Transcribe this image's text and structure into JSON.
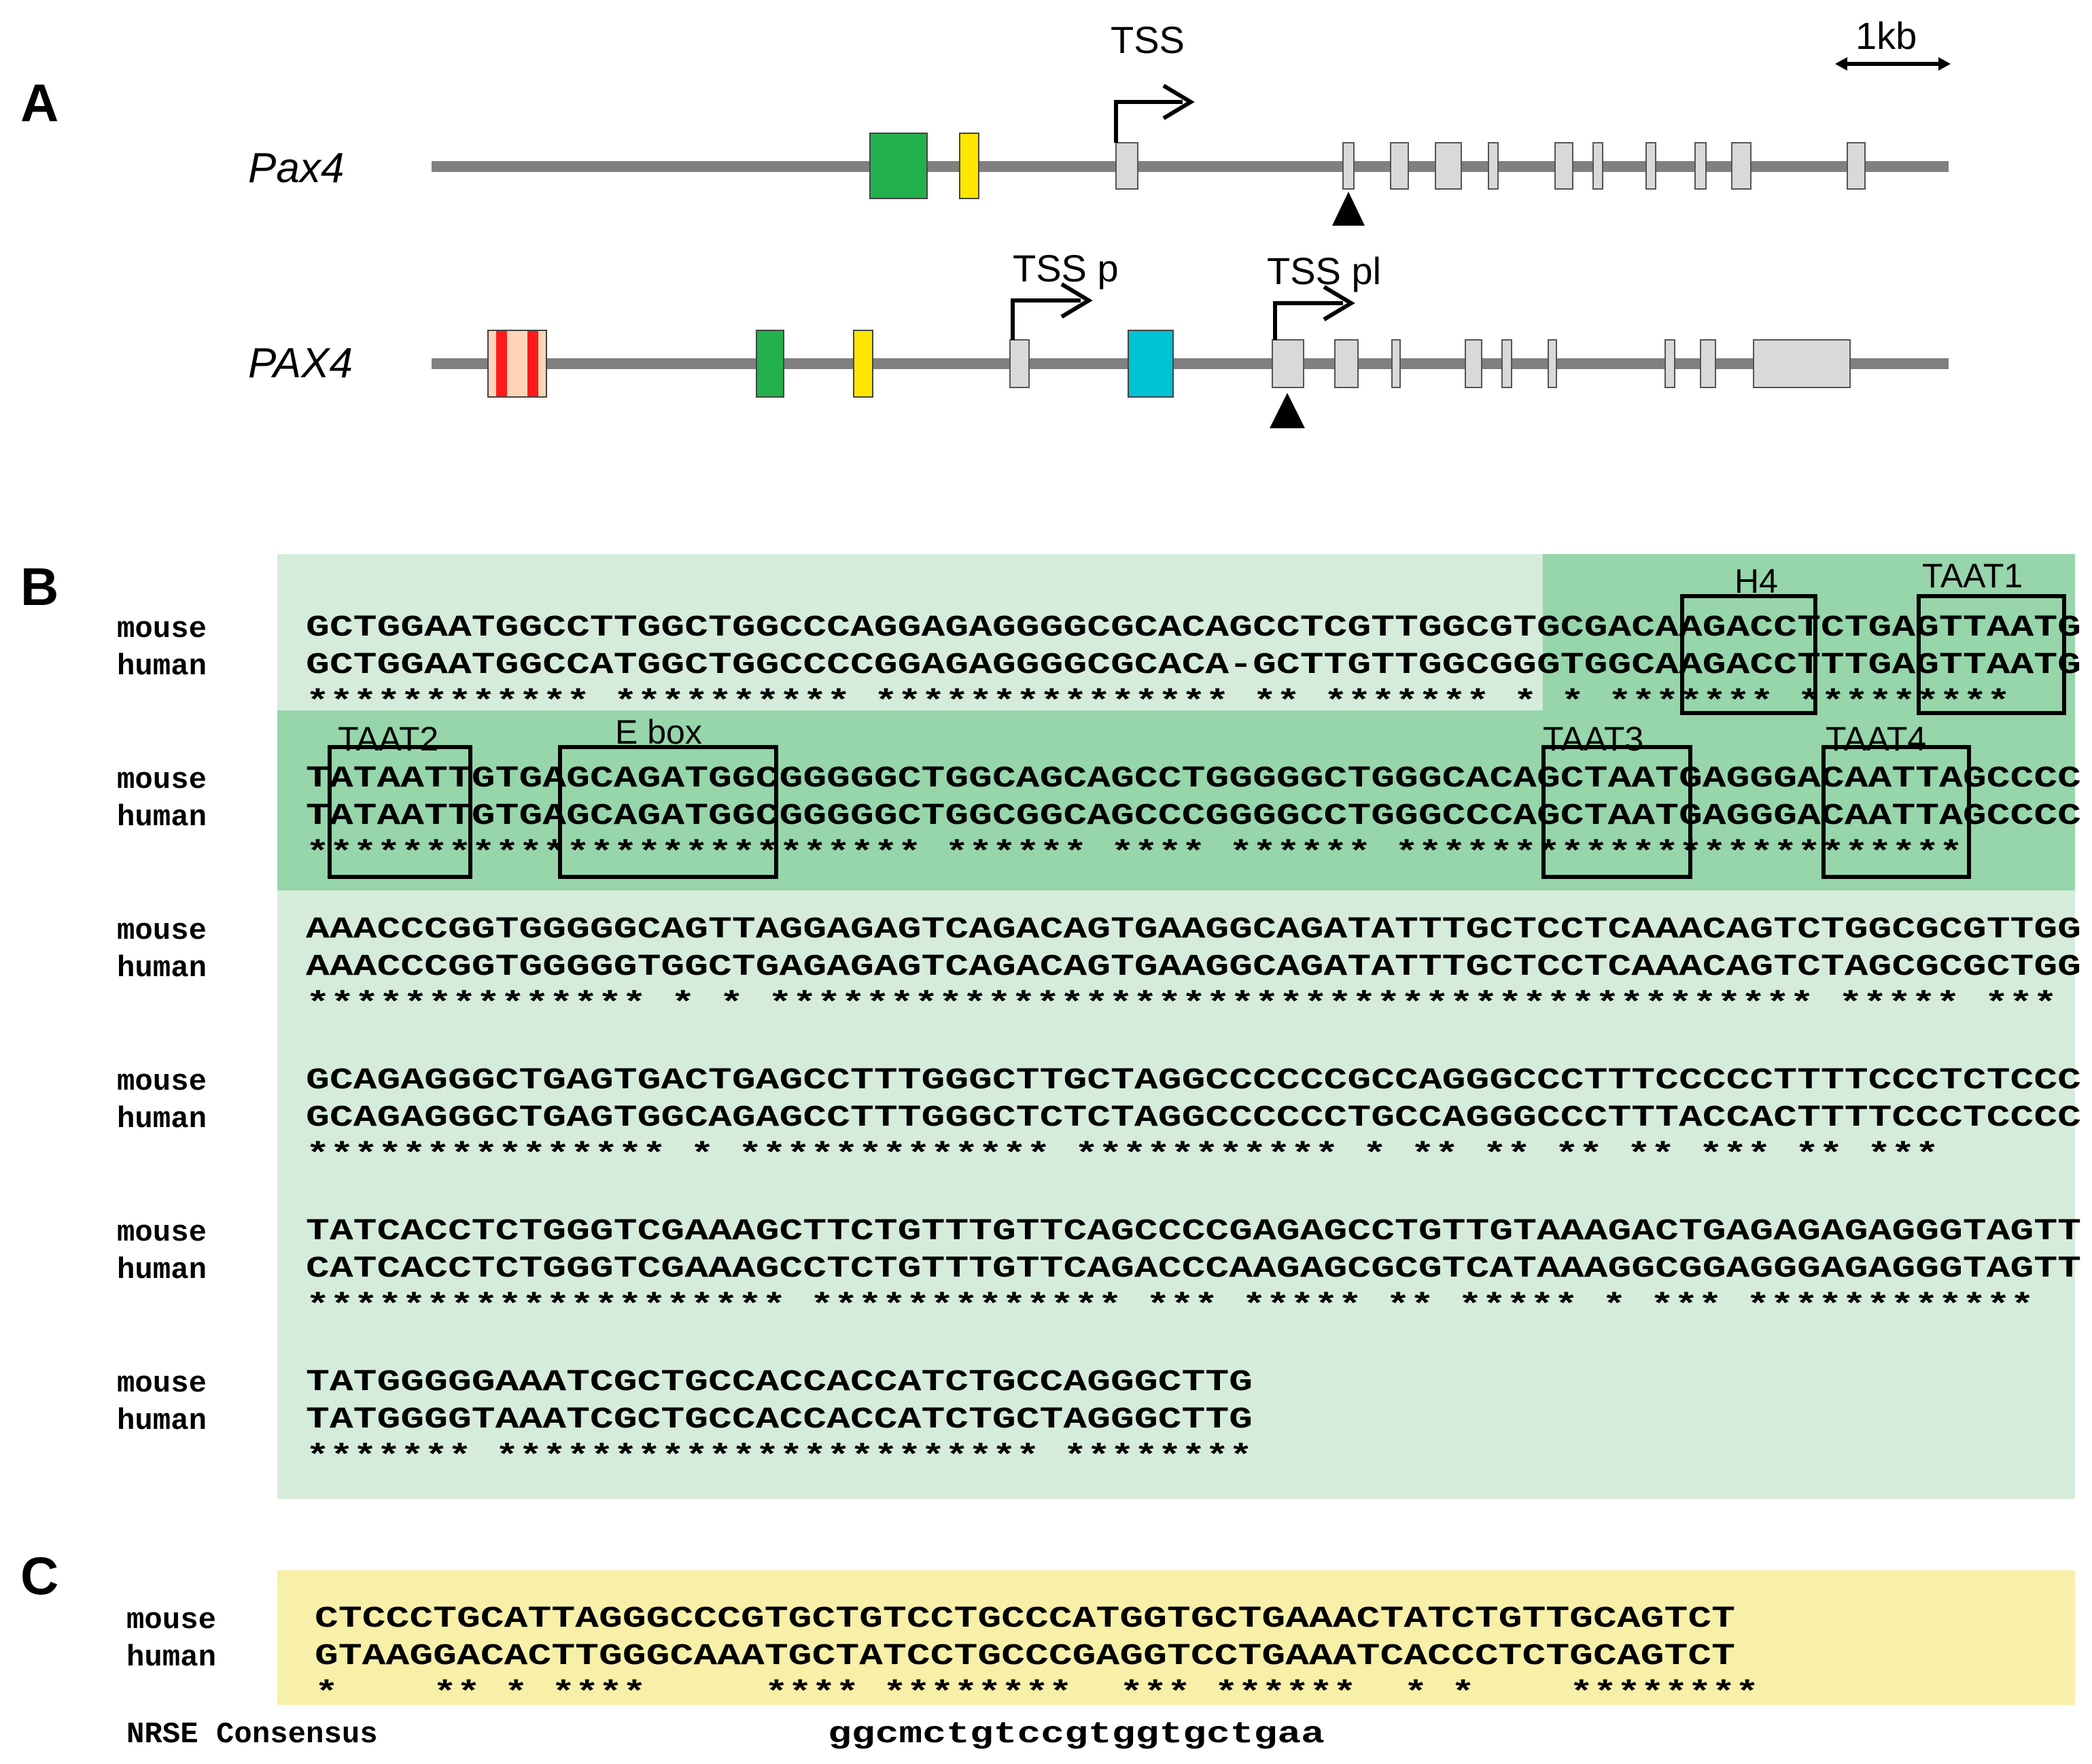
{
  "panels": {
    "a": "A",
    "b": "B",
    "c": "C"
  },
  "scale_bar": "1kb",
  "panel_a": {
    "mouse_gene": "Pax4",
    "human_gene": "PAX4",
    "mouse_tss": "TSS",
    "human_tss_p": "TSS p",
    "human_tss_pl": "TSS pl"
  },
  "panel_b": {
    "species": [
      "mouse",
      "human"
    ],
    "blocks": [
      {
        "mouse": "GCTGGAATGGCCTTGGCTGGCCCAGGAGAGGGGCGCACAGCCTCGTTGGCGTGCGACAAGACCTCTGAGTTAATG",
        "human": "GCTGGAATGGCCATGGCTGGCCCCGGAGAGGGGCGCACA-GCTTGTTGGCGGGTGGCAAGACCTTTGAGTTAATG",
        "cons": "************ ********** *************** ** ******* * * ******* *********"
      },
      {
        "mouse": "TATAATTGTGAGCAGATGGCGGGGGCTGGCAGCAGCCTGGGGGCTGGGCACAGCTAATGAGGGACAATTAGCCCC",
        "human": "TATAATTGTGAGCAGATGGCGGGGGCTGGCGGCAGCCCGGGGCCTGGGCCCAGCTAATGAGGGACAATTAGCCCC",
        "cons": "************************** ****** **** ****** ************************"
      },
      {
        "mouse": "AAACCCGGTGGGGGCAGTTAGGAGAGTCAGACAGTGAAGGCAGATATTTGCTCCTCAAACAGTCTGGCGCGTTGG",
        "human": "AAACCCGGTGGGGGTGGCTGAGAGAGTCAGACAGTGAAGGCAGATATTTGCTCCTCAAACAGTCTAGCGCGCTGG",
        "cons": "**************   * * ******************************************* ***** ***"
      },
      {
        "mouse": "GCAGAGGGCTGAGTGACTGAGCCTTTGGGCTTGCTAGGCCCCCCGCCAGGGCCCTTTCCCCCTTTTCCCTCTCCC",
        "human": "GCAGAGGGCTGAGTGGCAGAGCCTTTGGGCTCTCTAGGCCCCCCTGCCAGGGCCCTTTACCACTTTTCCCTCCCC",
        "cons": "*************** * *************  *********** * ** ** ** ** *** ** ***"
      },
      {
        "mouse": "TATCACCTCTGGGTCGAAAGCTTCTGTTTGTTCAGCCCCGAGAGCCTGTTGTAAAGACTGAGAGAGAGGGTAGTT",
        "human": "CATCACCTCTGGGTCGAAAGCCTCTGTTTGTTCAGACCCAAGAGCGCGTCATAAAGGCGGAGGGAGAGGGTAGTT",
        "cons": " ******************** ************* *** ***** ** ***** * *** ************"
      },
      {
        "mouse": "TATGGGGGAAATCGCTGCCACCACCATCTGCCAGGGCTTG",
        "human": "TATGGGGTAAATCGCTGCCACCACCATCTGCTAGGGCTTG",
        "cons": "******* *********************** ********"
      }
    ],
    "motif_labels": [
      "H4",
      "TAAT1",
      "TAAT2",
      "E box",
      "TAAT3",
      "TAAT4"
    ]
  },
  "panel_c": {
    "mouse": "CTCCCTGCATTAGGGCCCGTGCTGTCCTGCCCATGGTGCTGAAACTATCTGTTGCAGTCT",
    "human": "GTAAGGACACTTGGGCAAATGCTATCCTGCCCGAGGTCCTGAAATCACCCTCTGCAGTCT",
    "cons": "*    ** * ****     **** ********  *** ******  * *    ********",
    "nrse_label": "NRSE Consensus",
    "nrse_seq": "ggcmctgtccgtggtgctgaa"
  }
}
